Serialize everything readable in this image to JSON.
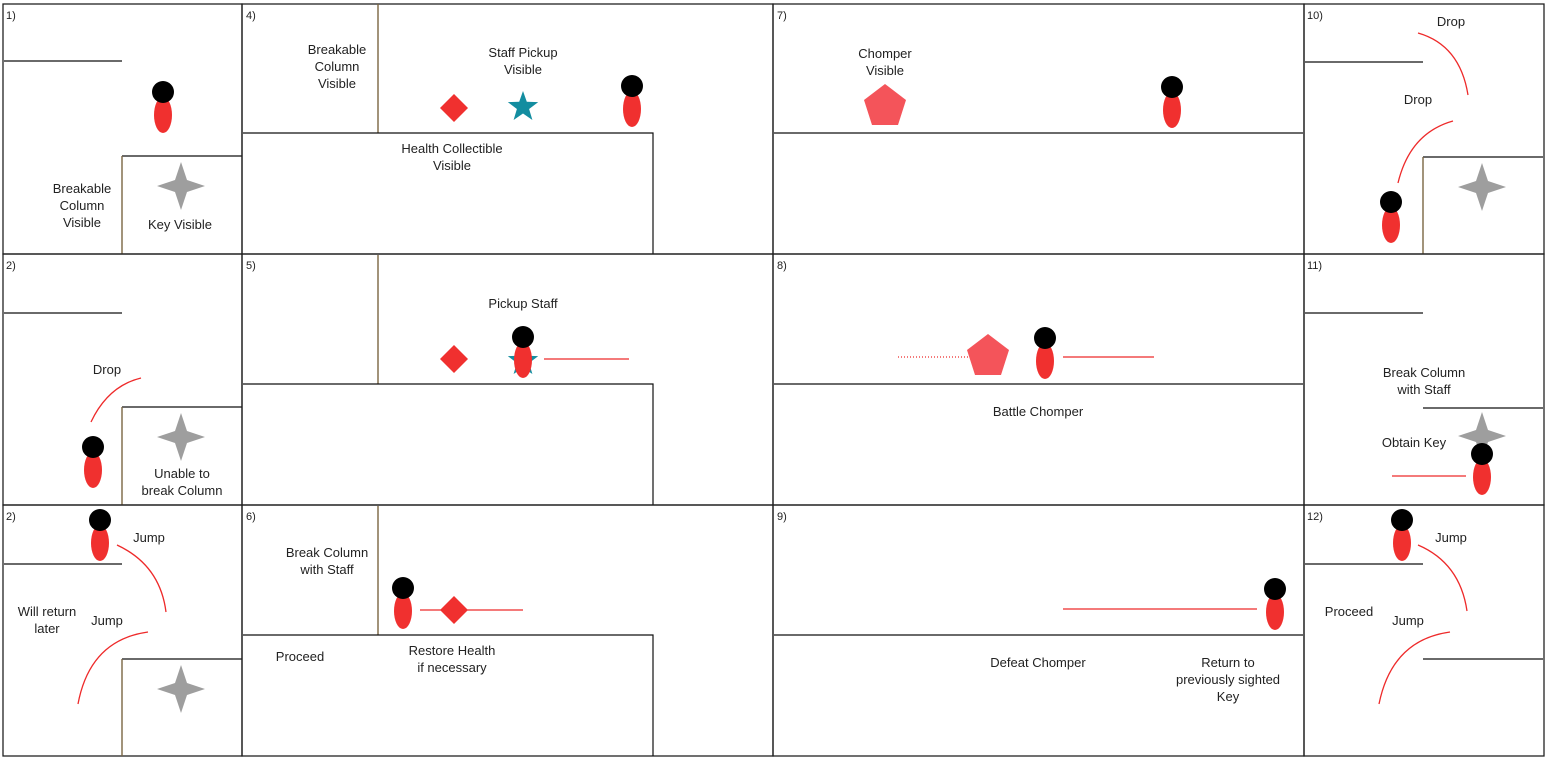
{
  "panels": [
    {
      "num": "1)",
      "labels": {
        "column": "Breakable\nColumn\nVisible",
        "key": "Key Visible"
      }
    },
    {
      "num": "2)",
      "labels": {
        "drop": "Drop",
        "unable": "Unable to\nbreak Column"
      }
    },
    {
      "num": "2)",
      "labels": {
        "jump1": "Jump",
        "jump2": "Jump",
        "return": "Will return\nlater"
      }
    },
    {
      "num": "4)",
      "labels": {
        "column": "Breakable\nColumn\nVisible",
        "staff": "Staff Pickup\nVisible",
        "health": "Health Collectible\nVisible"
      }
    },
    {
      "num": "5)",
      "labels": {
        "pickup": "Pickup Staff"
      }
    },
    {
      "num": "6)",
      "labels": {
        "break": "Break Column\nwith Staff",
        "proceed": "Proceed",
        "restore": "Restore Health\nif necessary"
      }
    },
    {
      "num": "7)",
      "labels": {
        "chomper": "Chomper\nVisible"
      }
    },
    {
      "num": "8)",
      "labels": {
        "battle": "Battle Chomper"
      }
    },
    {
      "num": "9)",
      "labels": {
        "defeat": "Defeat Chomper",
        "return": "Return to\npreviously sighted\nKey"
      }
    },
    {
      "num": "10)",
      "labels": {
        "drop1": "Drop",
        "drop2": "Drop"
      }
    },
    {
      "num": "11)",
      "labels": {
        "break": "Break Column\nwith Staff",
        "obtain": "Obtain Key"
      }
    },
    {
      "num": "12)",
      "labels": {
        "jump1": "Jump",
        "jump2": "Jump",
        "proceed": "Proceed"
      }
    }
  ],
  "colors": {
    "player_body": "#f0302f",
    "player_head": "#000000",
    "key": "#9e9e9e",
    "staff": "#138da0",
    "health": "#f0302f",
    "chomper": "#f4545a",
    "arrow": "#ee2a2a",
    "column": "#7a6542"
  },
  "icons": [
    "player-icon",
    "key-icon",
    "staff-star-icon",
    "health-diamond-icon",
    "chomper-pentagon-icon"
  ]
}
